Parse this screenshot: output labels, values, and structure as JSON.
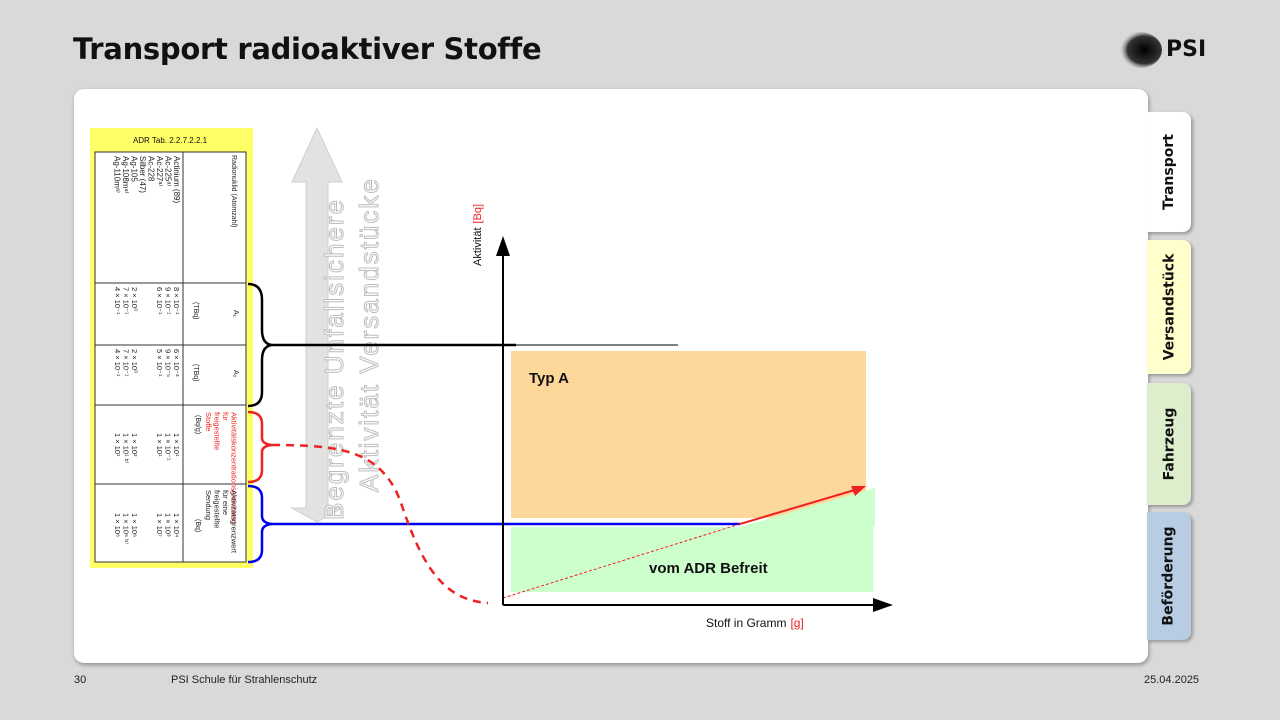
{
  "slide": {
    "title": "Transport radioaktiver Stoffe",
    "logo_text": "PSI"
  },
  "tabs": [
    {
      "label": "Transport",
      "color": "#ffffff"
    },
    {
      "label": "Versandstück",
      "color": "#ffffcc"
    },
    {
      "label": "Fahrzeug",
      "color": "#ddeecc"
    },
    {
      "label": "Beförderung",
      "color": "#b8cce4"
    }
  ],
  "footer": {
    "page_number": "30",
    "organization": "PSI Schule  für Strahlenschutz",
    "date": "25.04.2025"
  },
  "adr_table": {
    "caption": "ADR Tab. 2.2.7.2.2.1",
    "headers": [
      "Radionuklid (Atomzahl)",
      "A₁",
      "A₂",
      "Aktivitätskonzentrationsgrenzwert für freigestellte Stoffe",
      "Aktivitätsgrenzwert für eine freigestellte Sendung"
    ],
    "units": [
      "",
      "(TBq)",
      "(TBq)",
      "(Bq/g)",
      "(Bq)"
    ],
    "nuclides": [
      "Actinium (89)",
      "Ac-225ᵃ⁾",
      "Ac-227ᵃ⁾",
      "Ac-228",
      "Silber (47)",
      "Ag-105",
      "Ag-108mᵃ⁾",
      "Ag-110mᵃ⁾"
    ],
    "a1_values": [
      "8 × 10⁻¹",
      "9 × 10⁻¹",
      "6 × 10⁻¹",
      "2 × 10⁰",
      "7 × 10⁻¹",
      "4 × 10⁻¹"
    ],
    "a2_values": [
      "6 × 10⁻³",
      "9 × 10⁻⁵",
      "5 × 10⁻¹",
      "2 × 10⁰",
      "7 × 10⁻¹",
      "4 × 10⁻¹"
    ],
    "conc_values": [
      "1 × 10¹",
      "1 × 10⁻¹",
      "1 × 10¹",
      "1 × 10²",
      "1 × 10¹ ᵇ⁾",
      "1 × 10¹"
    ],
    "consignment_values": [
      "1 × 10⁴",
      "1 × 10³",
      "1 × 10⁷",
      "1 × 10⁶",
      "1 × 10⁶ ᵇ⁾",
      "1 × 10⁶"
    ]
  },
  "arrow_labels": {
    "left": "Begrenzte Unfallsichere",
    "right": "Aktivität Versandstücke"
  },
  "chart": {
    "y_axis_label": "Aktivität",
    "y_axis_unit": "[Bq]",
    "x_axis_label": "Stoff in Gramm",
    "x_axis_unit": "[g]",
    "region_typ_a": "Typ A",
    "region_exempt": "vom ADR Befreit",
    "colors": {
      "typ_a": "#fdd89a",
      "exempt": "#ccffcc",
      "limit_a": "#000000",
      "limit_consignment": "#0000ee",
      "limit_concentration": "#ee2222"
    }
  }
}
